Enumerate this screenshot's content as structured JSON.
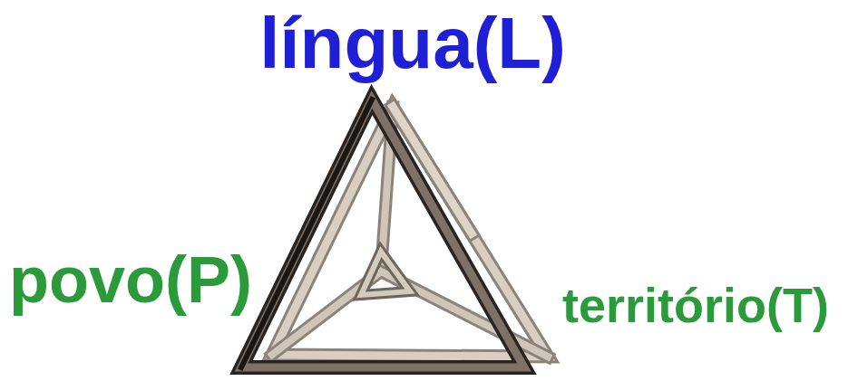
{
  "diagram": {
    "labels": [
      "língua(L)",
      "povo(P)",
      "território(T)"
    ]
  }
}
